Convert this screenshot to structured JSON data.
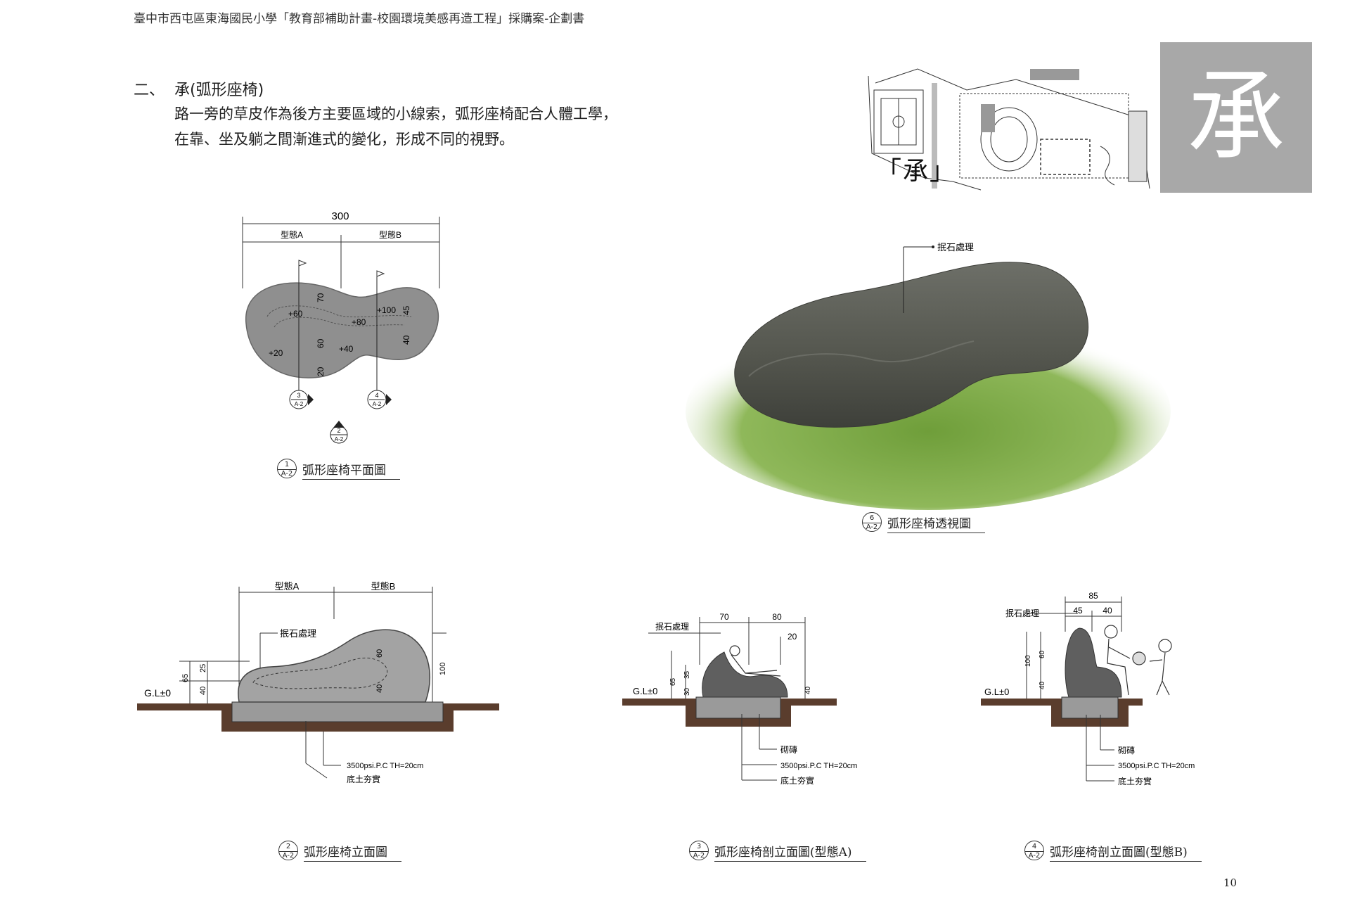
{
  "header": {
    "text": "臺中市西屯區東海國民小學「教育部補助計畫-校園環境美感再造工程」採購案-企劃書"
  },
  "section": {
    "number": "二、",
    "title": "承(弧形座椅)",
    "desc_line1": "路一旁的草皮作為後方主要區域的小線索，弧形座椅配合人體工學，",
    "desc_line2": "在靠、坐及躺之間漸進式的變化，形成不同的視野。"
  },
  "badge": {
    "char": "承"
  },
  "site_plan": {
    "label": "「承」"
  },
  "plan_drawing": {
    "dim_total": "300",
    "type_a": "型態A",
    "type_b": "型態B",
    "spot_levels": [
      "+60",
      "+80",
      "+100",
      "+20",
      "+40"
    ],
    "dims": [
      "70",
      "60",
      "20",
      "45",
      "40"
    ],
    "markers": [
      {
        "num": "3",
        "ref": "A-2"
      },
      {
        "num": "4",
        "ref": "A-2"
      },
      {
        "num": "2",
        "ref": "A-2"
      }
    ]
  },
  "perspective": {
    "note": "抿石處理"
  },
  "elevation": {
    "type_a": "型態A",
    "type_b": "型態B",
    "note": "抿石處理",
    "gl": "G.L±0",
    "dims_left": [
      "65",
      "25",
      "40"
    ],
    "dims_mid": [
      "60",
      "40"
    ],
    "dim_right": "100",
    "spec1": "3500psi.P.C TH=20cm",
    "spec2": "底土夯實"
  },
  "section_a": {
    "top_dims": [
      "70",
      "80"
    ],
    "dim_20": "20",
    "note": "抿石處理",
    "gl": "G.L±0",
    "dims_left": [
      "65",
      "35",
      "30"
    ],
    "dim_right": "40",
    "brick": "砌磚",
    "spec1": "3500psi.P.C TH=20cm",
    "spec2": "底土夯實"
  },
  "section_b": {
    "top_dim": "85",
    "sub_dims": [
      "45",
      "40"
    ],
    "note": "抿石處理",
    "gl": "G.L±0",
    "dims_left": [
      "100",
      "60",
      "40"
    ],
    "brick": "砌磚",
    "spec1": "3500psi.P.C TH=20cm",
    "spec2": "底土夯實"
  },
  "captions": {
    "plan": {
      "num": "1",
      "ref": "A-2",
      "text": "弧形座椅平面圖"
    },
    "perspective": {
      "num": "6",
      "ref": "A-2",
      "text": "弧形座椅透視圖"
    },
    "elevation": {
      "num": "2",
      "ref": "A-2",
      "text": "弧形座椅立面圖"
    },
    "section_a": {
      "num": "3",
      "ref": "A-2",
      "text": "弧形座椅剖立面圖(型態A)"
    },
    "section_b": {
      "num": "4",
      "ref": "A-2",
      "text": "弧形座椅剖立面圖(型態B)"
    }
  },
  "page": {
    "number": "10"
  }
}
